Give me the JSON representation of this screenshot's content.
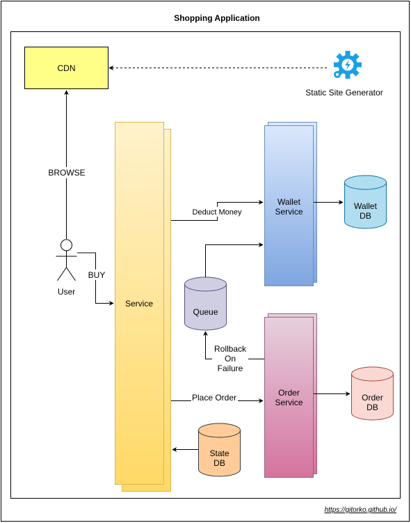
{
  "diagram": {
    "title": "Shopping Application",
    "footer_link": "https://gitorko.github.io/",
    "nodes": {
      "cdn": "CDN",
      "static_site_generator": "Static Site Generator",
      "service": "Service",
      "user": "User",
      "wallet_service": [
        "Wallet",
        "Service"
      ],
      "wallet_db": [
        "Wallet",
        "DB"
      ],
      "queue": "Queue",
      "order_service": [
        "Order",
        "Service"
      ],
      "order_db": [
        "Order",
        "DB"
      ],
      "state_db": [
        "State",
        "DB"
      ]
    },
    "edge_labels": {
      "browse": "BROWSE",
      "buy": "BUY",
      "deduct_money": "Deduct Money",
      "rollback": [
        "Rollback",
        "On",
        "Failure"
      ],
      "place_order": "Place Order"
    },
    "colors": {
      "cdn_fill": "#ffff88",
      "service_top": "#fff2cc",
      "service_bottom": "#ffd966",
      "service_stroke": "#d6b656",
      "wallet_top": "#dae8fc",
      "wallet_bottom": "#7ea6e0",
      "wallet_stroke": "#6c8ebf",
      "wallet_db_fill": "#b1ddf0",
      "wallet_db_stroke": "#10739e",
      "queue_fill": "#d0cee2",
      "queue_stroke": "#56517e",
      "order_top": "#e6d0de",
      "order_bottom": "#d5739d",
      "order_stroke": "#996185",
      "order_db_fill": "#fad9d5",
      "order_db_stroke": "#ae4132",
      "state_db_fill": "#ffcc99",
      "state_db_stroke": "#36393d",
      "gear_icon": "#1ba1e2"
    }
  }
}
